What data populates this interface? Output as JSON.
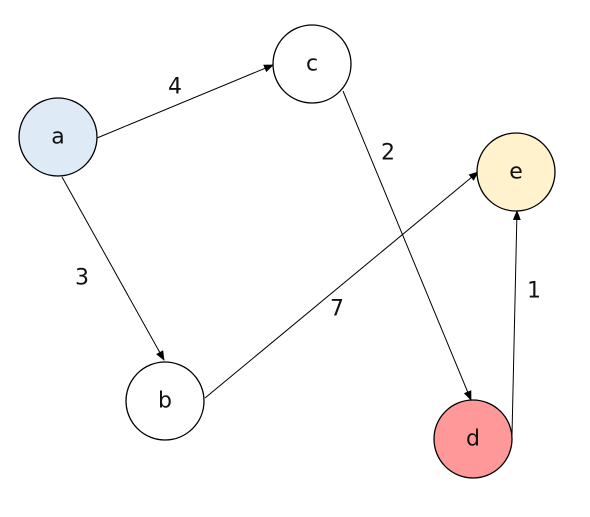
{
  "nodes": {
    "a": {
      "label": "a",
      "fill": "#DEEBF7"
    },
    "b": {
      "label": "b",
      "fill": "#FFFFFF"
    },
    "c": {
      "label": "c",
      "fill": "#FFFFFF"
    },
    "d": {
      "label": "d",
      "fill": "#FF9999"
    },
    "e": {
      "label": "e",
      "fill": "#FFF2CC"
    }
  },
  "edges": [
    {
      "id": "a-c",
      "from": "a",
      "to": "c",
      "weight": "4"
    },
    {
      "id": "a-b",
      "from": "a",
      "to": "b",
      "weight": "3"
    },
    {
      "id": "c-d",
      "from": "c",
      "to": "d",
      "weight": "2"
    },
    {
      "id": "b-e",
      "from": "b",
      "to": "e",
      "weight": "7"
    },
    {
      "id": "d-e",
      "from": "d",
      "to": "e",
      "weight": "1"
    }
  ],
  "colors": {
    "stroke": "#000000",
    "text": "#111111"
  }
}
